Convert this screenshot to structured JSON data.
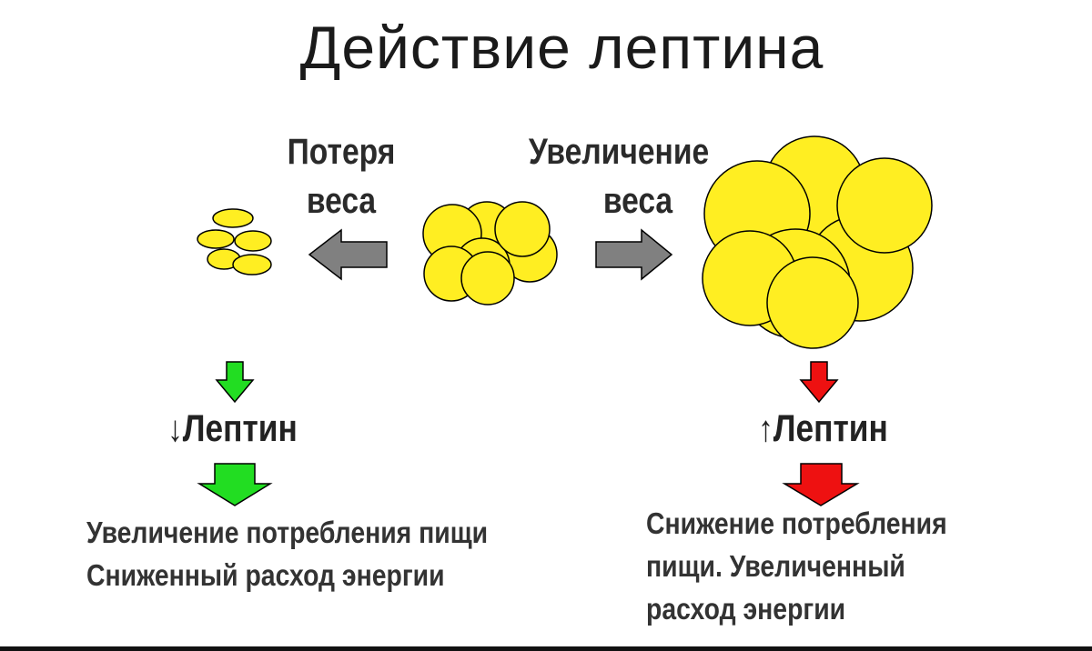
{
  "title": "Действие лептина",
  "labels": {
    "loss_line1": "Потеря",
    "loss_line2": "веса",
    "gain_line1": "Увеличение",
    "gain_line2": "веса"
  },
  "left": {
    "leptin_indicator": "↓",
    "leptin_text": "Лептин",
    "effect_line1": "Увеличение потребления пищи",
    "effect_line2": "Сниженный расход энергии"
  },
  "right": {
    "leptin_indicator": "↑",
    "leptin_text": "Лептин",
    "effect_line1": "Снижение потребления",
    "effect_line2": "пищи. Увеличенный",
    "effect_line3": "расход энергии"
  },
  "colors": {
    "cell_fill": "#ffee22",
    "cell_stroke": "#000000",
    "gray_arrow": "#808080",
    "green_arrow": "#22dd22",
    "red_arrow": "#ee1111"
  }
}
